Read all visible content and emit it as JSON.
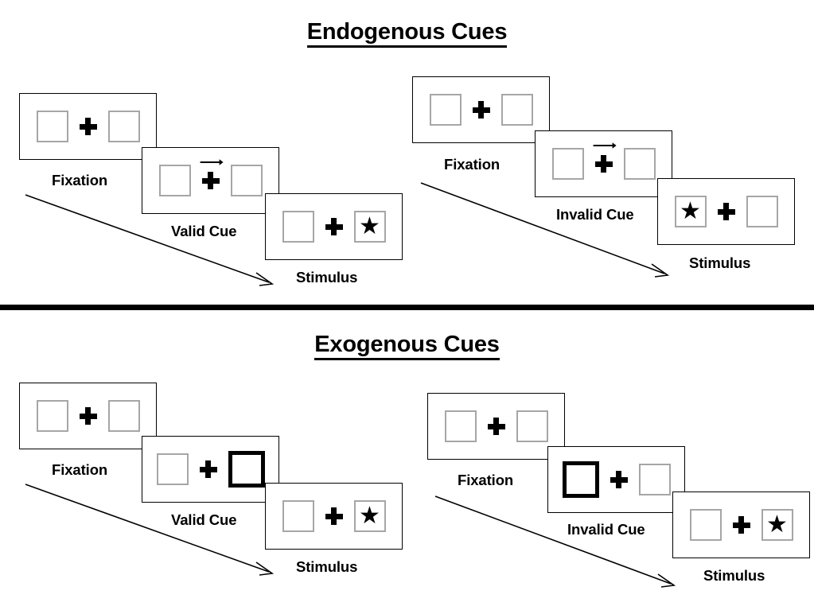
{
  "figure": {
    "title_endogenous": "Endogenous Cues",
    "title_exogenous": "Exogenous Cues",
    "divider_color": "#000000",
    "background_color": "#ffffff"
  },
  "icons": {
    "fixation_cross": "plus-cross-icon",
    "target_star": "star-icon",
    "cue_arrow": "arrow-right-icon",
    "timeline_arrow": "timeline-arrow-icon",
    "placeholder_box": "placeholder-square-icon",
    "highlighted_box": "highlighted-square-icon"
  },
  "symbols": {
    "star_glyph": "★"
  },
  "colors": {
    "panel_border": "#000000",
    "placeholder_border": "#a6a6a6",
    "cue_highlight_border": "#000000",
    "ink": "#000000"
  },
  "sections": [
    {
      "id": "endogenous",
      "title": "Endogenous Cues",
      "cue_type": "central symbolic arrow",
      "sequences": [
        {
          "id": "endogenous-valid",
          "validity": "valid",
          "frames": [
            {
              "label": "Fixation",
              "left_box": {
                "state": "normal",
                "content": "empty"
              },
              "center": {
                "cross": true,
                "arrow": "none"
              },
              "right_box": {
                "state": "normal",
                "content": "empty"
              }
            },
            {
              "label": "Valid Cue",
              "left_box": {
                "state": "normal",
                "content": "empty"
              },
              "center": {
                "cross": true,
                "arrow": "right"
              },
              "right_box": {
                "state": "normal",
                "content": "empty"
              }
            },
            {
              "label": "Stimulus",
              "left_box": {
                "state": "normal",
                "content": "empty"
              },
              "center": {
                "cross": true,
                "arrow": "none"
              },
              "right_box": {
                "state": "normal",
                "content": "star"
              }
            }
          ]
        },
        {
          "id": "endogenous-invalid",
          "validity": "invalid",
          "frames": [
            {
              "label": "Fixation",
              "left_box": {
                "state": "normal",
                "content": "empty"
              },
              "center": {
                "cross": true,
                "arrow": "none"
              },
              "right_box": {
                "state": "normal",
                "content": "empty"
              }
            },
            {
              "label": "Invalid Cue",
              "left_box": {
                "state": "normal",
                "content": "empty"
              },
              "center": {
                "cross": true,
                "arrow": "right"
              },
              "right_box": {
                "state": "normal",
                "content": "empty"
              }
            },
            {
              "label": "Stimulus",
              "left_box": {
                "state": "normal",
                "content": "star"
              },
              "center": {
                "cross": true,
                "arrow": "none"
              },
              "right_box": {
                "state": "normal",
                "content": "empty"
              }
            }
          ]
        }
      ]
    },
    {
      "id": "exogenous",
      "title": "Exogenous Cues",
      "cue_type": "peripheral box flash",
      "sequences": [
        {
          "id": "exogenous-valid",
          "validity": "valid",
          "frames": [
            {
              "label": "Fixation",
              "left_box": {
                "state": "normal",
                "content": "empty"
              },
              "center": {
                "cross": true,
                "arrow": "none"
              },
              "right_box": {
                "state": "normal",
                "content": "empty"
              }
            },
            {
              "label": "Valid Cue",
              "left_box": {
                "state": "normal",
                "content": "empty"
              },
              "center": {
                "cross": true,
                "arrow": "none"
              },
              "right_box": {
                "state": "highlighted",
                "content": "empty"
              }
            },
            {
              "label": "Stimulus",
              "left_box": {
                "state": "normal",
                "content": "empty"
              },
              "center": {
                "cross": true,
                "arrow": "none"
              },
              "right_box": {
                "state": "normal",
                "content": "star"
              }
            }
          ]
        },
        {
          "id": "exogenous-invalid",
          "validity": "invalid",
          "frames": [
            {
              "label": "Fixation",
              "left_box": {
                "state": "normal",
                "content": "empty"
              },
              "center": {
                "cross": true,
                "arrow": "none"
              },
              "right_box": {
                "state": "normal",
                "content": "empty"
              }
            },
            {
              "label": "Invalid Cue",
              "left_box": {
                "state": "highlighted",
                "content": "empty"
              },
              "center": {
                "cross": true,
                "arrow": "none"
              },
              "right_box": {
                "state": "normal",
                "content": "empty"
              }
            },
            {
              "label": "Stimulus",
              "left_box": {
                "state": "normal",
                "content": "empty"
              },
              "center": {
                "cross": true,
                "arrow": "none"
              },
              "right_box": {
                "state": "normal",
                "content": "star"
              }
            }
          ]
        }
      ]
    }
  ]
}
